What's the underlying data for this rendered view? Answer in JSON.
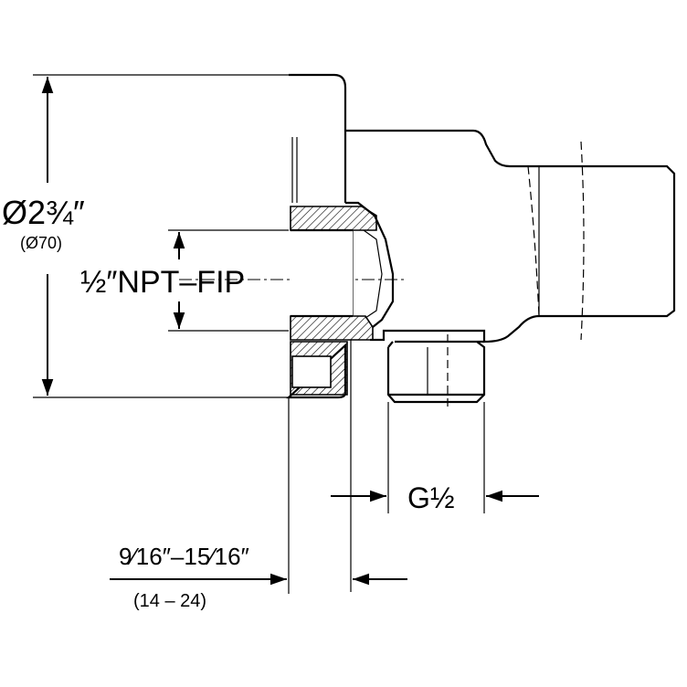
{
  "dimensions": {
    "diameter_in": "Ø2¾″",
    "diameter_mm": "(Ø70)",
    "inlet_thread": "½″NPT–FIP",
    "outlet_thread": "G½",
    "wall_range_in": "9⁄16″–15⁄16″",
    "wall_range_mm": "(14 – 24)"
  }
}
